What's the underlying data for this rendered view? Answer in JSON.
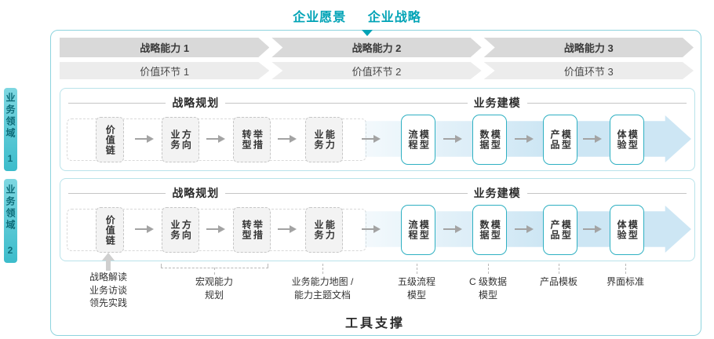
{
  "header": {
    "vision": "企业愿景",
    "strategy": "企业战略"
  },
  "capability_bar": [
    "战略能力 1",
    "战略能力 2",
    "战略能力 3"
  ],
  "value_chain_bar": [
    "价值环节 1",
    "价值环节 2",
    "价值环节 3"
  ],
  "domain_bars": [
    "业务领域 1",
    "业务领域 2"
  ],
  "section_headers": {
    "planning": "战略规划",
    "modeling": "业务建模"
  },
  "flow_boxes": {
    "value_chain": "价值链",
    "biz_direction": "业务\n方向",
    "transformation": "转型\n举措",
    "biz_capability": "业务\n能力",
    "process_model": "流程\n模型",
    "data_model": "数据\n模型",
    "product_model": "产品\n模型",
    "experience_model": "体验\n模型"
  },
  "annotations": {
    "strategy_sources": "战略解读\n业务访谈\n领先实践",
    "macro_planning": "宏观能力\n规划",
    "capability_map": "业务能力地图 /\n能力主题文档",
    "process_levels": "五级流程\n模型",
    "c_data_model": "C 级数据\n模型",
    "product_template": "产品模板",
    "ui_standard": "界面标准"
  },
  "footer": {
    "tool_support": "工具支撑"
  },
  "colors": {
    "accent_teal": "#00a3b6",
    "box_border_teal": "#2fb0c2",
    "band_blue": "#cde6f4",
    "chevron_dark": "#d9d9d9",
    "chevron_light": "#ececec",
    "domain_bar": "#3cbccb"
  }
}
